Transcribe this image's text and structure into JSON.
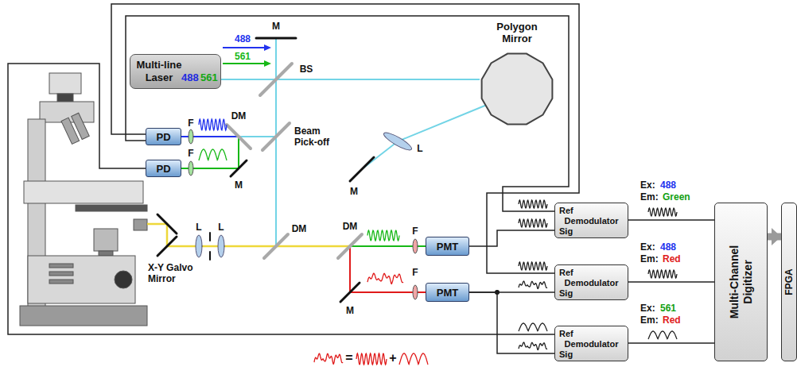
{
  "diagram": {
    "nodes": [
      {
        "text": [
          "Multi-line Laser",
          "488",
          "561"
        ]
      },
      {
        "text": [
          "Polygon Mirror"
        ]
      },
      {
        "text": [
          "PD"
        ]
      },
      {
        "text": [
          "PD"
        ]
      },
      {
        "text": [
          "PMT"
        ]
      },
      {
        "text": [
          "PMT"
        ]
      },
      {
        "text": [
          "Ref",
          "Demodulator",
          "Sig"
        ]
      },
      {
        "text": [
          "Ref",
          "Demodulator",
          "Sig"
        ]
      },
      {
        "text": [
          "Ref",
          "Demodulator",
          "Sig"
        ]
      },
      {
        "text": [
          "Multi-Channel Digitizer"
        ]
      },
      {
        "text": [
          "FPGA"
        ]
      }
    ],
    "edges": [
      {
        "from": 2,
        "to": 6,
        "arrow": "none"
      },
      {
        "from": 2,
        "to": 7,
        "arrow": "none"
      },
      {
        "from": 3,
        "to": 8,
        "arrow": "none"
      },
      {
        "from": 4,
        "to": 6,
        "arrow": "none"
      },
      {
        "from": 5,
        "to": 7,
        "arrow": "none"
      },
      {
        "from": 5,
        "to": 8,
        "arrow": "none"
      },
      {
        "from": 6,
        "to": 9,
        "arrow": "none"
      },
      {
        "from": 7,
        "to": 9,
        "arrow": "none"
      },
      {
        "from": 8,
        "to": 9,
        "arrow": "none"
      },
      {
        "from": 9,
        "to": 10,
        "arrow": "to"
      }
    ],
    "labels": [
      "488",
      "561",
      "M",
      "BS",
      "Beam Pick-off",
      "L",
      "M",
      "F",
      "DM",
      "F",
      "M",
      "X-Y Galvo Mirror",
      "L",
      "L",
      "DM",
      "DM",
      "F",
      "F",
      "M",
      "=",
      "+",
      "Ex:",
      "488",
      "Em:",
      "Green",
      "Ex:",
      "488",
      "Em:",
      "Red",
      "Ex:",
      "561",
      "Em:",
      "Red"
    ]
  }
}
